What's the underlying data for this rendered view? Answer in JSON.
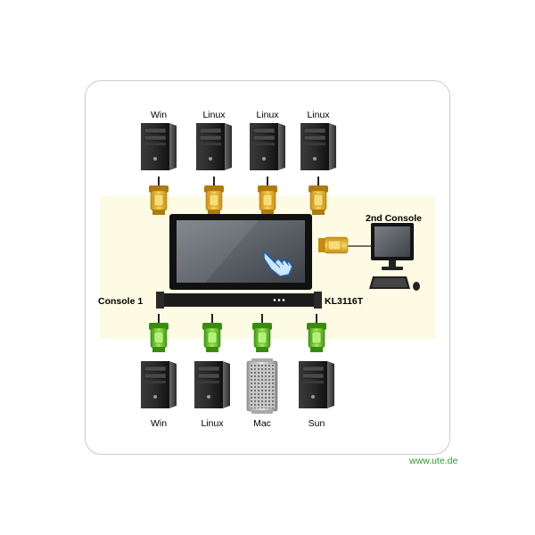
{
  "top_computers": [
    {
      "label": "Win"
    },
    {
      "label": "Linux"
    },
    {
      "label": "Linux"
    },
    {
      "label": "Linux"
    }
  ],
  "bottom_computers": [
    {
      "label": "Win",
      "kind": "tower"
    },
    {
      "label": "Linux",
      "kind": "tower"
    },
    {
      "label": "Mac",
      "kind": "mac-pro"
    },
    {
      "label": "Sun",
      "kind": "tower"
    }
  ],
  "console1_label": "Console 1",
  "console2_label": "2nd Console",
  "model_label": "KL3116T",
  "watermark": "www.ute.de",
  "colors": {
    "band": "#fdfbe4",
    "frame_border": "#cccccc",
    "tower_dark": "#1f1f1f",
    "adapter_yellow": "#e8b830",
    "adapter_green": "#66cc22",
    "watermark": "#2b9a2b"
  }
}
